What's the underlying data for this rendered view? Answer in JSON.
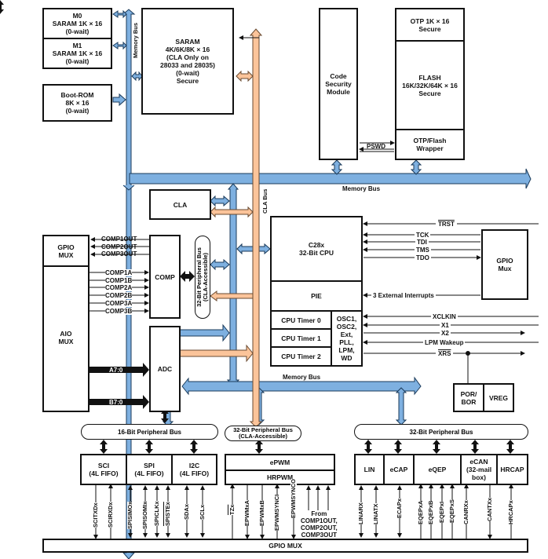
{
  "memory": {
    "m0": "M0\nSARAM 1K × 16\n(0-wait)",
    "m1": "M1\nSARAM 1K × 16\n(0-wait)",
    "bootrom": "Boot-ROM\n8K × 16\n(0-wait)",
    "saram": "SARAM\n4K/6K/8K × 16\n(CLA Only on\n28033 and 28035)\n(0-wait)\nSecure",
    "csm": "Code\nSecurity\nModule",
    "otp": "OTP 1K × 16\nSecure",
    "flash": "FLASH\n16K/32K/64K × 16\nSecure",
    "wrapper": "OTP/Flash\nWrapper",
    "pswd": "PSWD"
  },
  "buses": {
    "memory_bus_v": "Memory Bus",
    "memory_bus_h": "Memory Bus",
    "memory_bus_lower": "Memory Bus",
    "cla_bus": "CLA Bus",
    "periph32_cla_v": "32-Bit Peripheral Bus\n(CLA-Accessible)",
    "periph16": "16-Bit Peripheral Bus",
    "periph32_cla": "32-Bit Peripheral Bus\n(CLA-Accessible)",
    "periph32": "32-Bit Peripheral Bus"
  },
  "core": {
    "cla": "CLA",
    "cpu": "C28x\n32-Bit CPU",
    "pie": "PIE",
    "timer0": "CPU Timer 0",
    "timer1": "CPU Timer 1",
    "timer2": "CPU Timer 2",
    "osc": "OSC1,\nOSC2,\nExt,\nPLL,\nLPM,\nWD",
    "gpio_mux_right": "GPIO\nMux",
    "por": "POR/\nBOR",
    "vreg": "VREG"
  },
  "signals": {
    "trst": "TRST",
    "tck": "TCK",
    "tdi": "TDI",
    "tms": "TMS",
    "tdo": "TDO",
    "ext_int": "3 External Interrupts",
    "xclkin": "XCLKIN",
    "x1": "X1",
    "x2": "X2",
    "lpm": "LPM Wakeup",
    "xrs": "XRS"
  },
  "analog": {
    "gpio_mux": "GPIO\nMUX",
    "aio_mux": "AIO\nMUX",
    "comp": "COMP",
    "adc": "ADC",
    "comp_out": [
      "COMP1OUT",
      "COMP2OUT",
      "COMP3OUT"
    ],
    "comp_in": [
      "COMP1A",
      "COMP1B",
      "COMP2A",
      "COMP2B",
      "COMP3A",
      "COMP3B"
    ],
    "a_bus": "A7:0",
    "b_bus": "B7:0"
  },
  "peripherals": {
    "sci": "SCI\n(4L FIFO)",
    "spi": "SPI\n(4L FIFO)",
    "i2c": "I2C\n(4L FIFO)",
    "epwm": "ePWM",
    "hrpwm": "HRPWM",
    "lin": "LIN",
    "ecap": "eCAP",
    "eqep": "eQEP",
    "ecan": "eCAN\n(32-mail\nbox)",
    "hrcap": "HRCAP",
    "from_comp": "From\nCOMP1OUT,\nCOMP2OUT,\nCOMP3OUT",
    "gpio_mux_bottom": "GPIO MUX"
  },
  "pins": [
    "SCITXDx",
    "SCIRXDx",
    "SPISIMOx",
    "SPISOMIx",
    "SPICLKx",
    "SPISTEx",
    "SDAx",
    "SCLx",
    "TZx",
    "EPWMxA",
    "EPWMxB",
    "EPWMSYNCI",
    "EPWMSYNCO",
    "LINARX",
    "LINATX",
    "ECAPx",
    "EQEPxA",
    "EQEPxB",
    "EQEPxI",
    "EQEPxS",
    "CANRXx",
    "CANTXx",
    "HRCAPx"
  ],
  "colors": {
    "bus_blue": "#7eb0e0",
    "cla_orange": "#fbc49a",
    "outline": "#1a1a1a"
  }
}
